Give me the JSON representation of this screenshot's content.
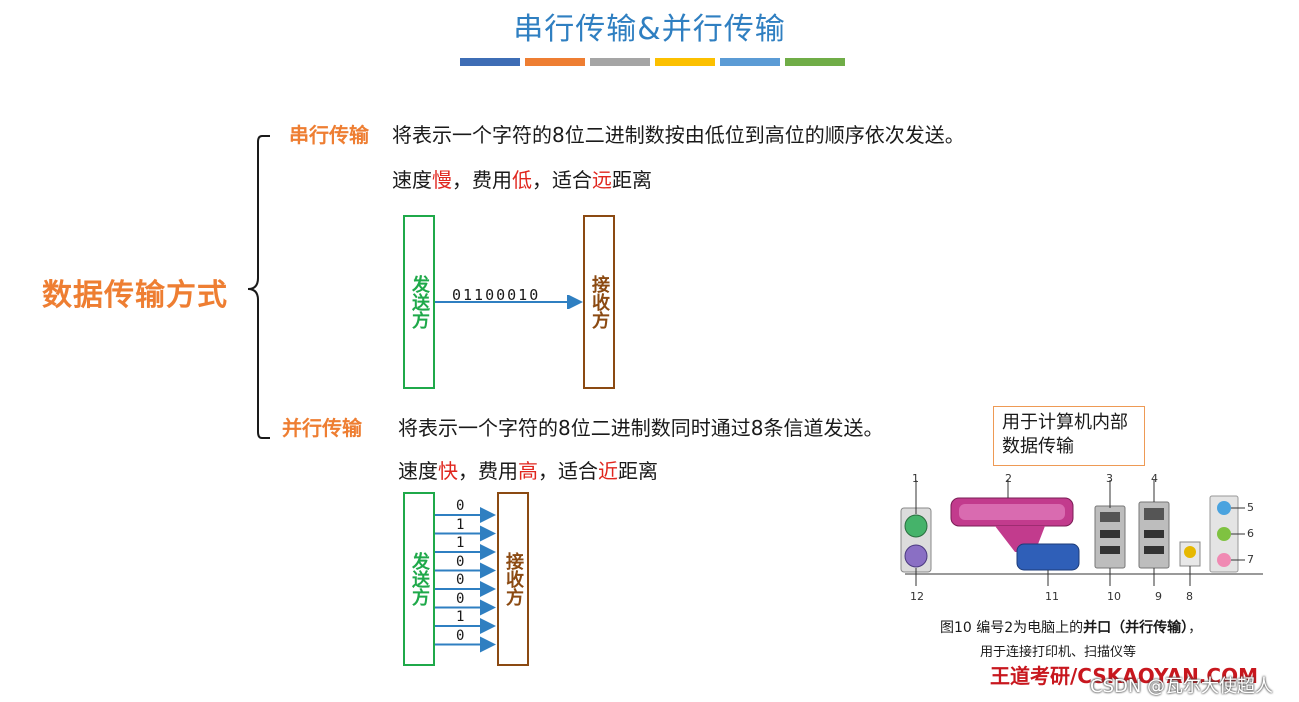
{
  "title": "串行传输&并行传输",
  "title_bar_colors": [
    "#3e6db5",
    "#ee7e32",
    "#a5a5a5",
    "#fcc000",
    "#5b9bd5",
    "#70ad47"
  ],
  "root_label": "数据传输方式",
  "serial": {
    "label": "串行传输",
    "desc": "将表示一个字符的8位二进制数按由低位到高位的顺序依次发送。",
    "speed_prefix": "速度",
    "speed_value": "慢",
    "cost_prefix": "，费用",
    "cost_value": "低",
    "dist_prefix": "，适合",
    "dist_value": "远",
    "dist_suffix": "距离",
    "sender": "发送方",
    "receiver": "接收方",
    "bits": "01100010"
  },
  "parallel": {
    "label": "并行传输",
    "desc": "将表示一个字符的8位二进制数同时通过8条信道发送。",
    "speed_prefix": "速度",
    "speed_value": "快",
    "cost_prefix": "，费用",
    "cost_value": "高",
    "dist_prefix": "，适合",
    "dist_value": "近",
    "dist_suffix": "距离",
    "sender": "发送方",
    "receiver": "接收方",
    "bits": [
      "0",
      "1",
      "1",
      "0",
      "0",
      "0",
      "1",
      "0"
    ]
  },
  "callout": "用于计算机内部数据传输",
  "port_labels": [
    "1",
    "2",
    "3",
    "4",
    "5",
    "6",
    "7",
    "8",
    "9",
    "10",
    "11",
    "12"
  ],
  "caption": {
    "line1_prefix": "图10  编号2为电脑上的",
    "line1_bold": "并口",
    "line1_paren": "（并行传输）",
    "line1_suffix": "，",
    "line2": "用于连接打印机、扫描仪等"
  },
  "brand": "王道考研/CSKAOYAN.COM",
  "watermark": "CSDN @瓦尔大使超人",
  "colors": {
    "title": "#2f7fc1",
    "accent_orange": "#ee7e32",
    "highlight_red": "#e0261e",
    "sender_green": "#1fa94a",
    "receiver_brown": "#8b4a12",
    "arrow_blue": "#2f7fc1"
  }
}
